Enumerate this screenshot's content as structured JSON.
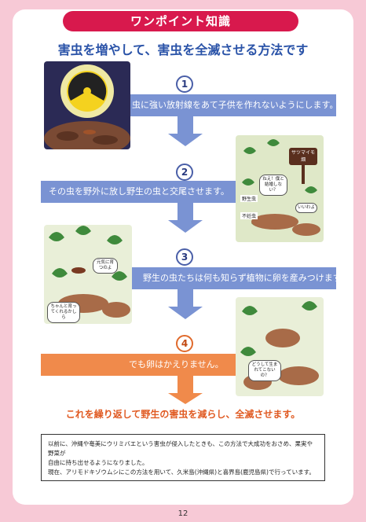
{
  "header": {
    "title": "ワンポイント知識"
  },
  "main_title": "害虫を増やして、害虫を全滅させる方法です",
  "steps": [
    {
      "number": "1",
      "text": "虫に強い放射線をあて子供を作れないようにします。"
    },
    {
      "number": "2",
      "text": "その虫を野外に放し野生の虫と交尾させます。"
    },
    {
      "number": "3",
      "text": "野生の虫たちは何も知らず植物に卵を産みつけます。"
    },
    {
      "number": "4",
      "text": "でも卵はかえりません。"
    }
  ],
  "conclusion": "これを繰り返して野生の害虫を減らし、全滅させます。",
  "note": {
    "line1": "以前に、沖縄や奄美にウリミバエという害虫が侵入したときも、この方法で大成功をおさめ、果実や野菜が",
    "line2": "自由に持ち出せるようになりました。",
    "line3": "現在、アリモドキゾウムシにこの方法を用いて、久米島(沖縄県)と喜界島(鹿児島県)で行っています。"
  },
  "illustration_text": {
    "sign": "サツマイモ畑",
    "speech_a": "ねえ！僕と結婚しない？",
    "speech_b": "いいわよ",
    "label_wild": "野生虫",
    "label_sterile": "不妊虫",
    "speech_c": "元気に育つのよ",
    "speech_d": "ちゃんと育ってくれるかしら",
    "speech_e": "どうして生まれてこないの？"
  },
  "page_number": "12",
  "colors": {
    "accent": "#d8194d",
    "blue": "#7a93d3",
    "orange": "#f08a4b",
    "title_blue": "#2a53a8"
  }
}
